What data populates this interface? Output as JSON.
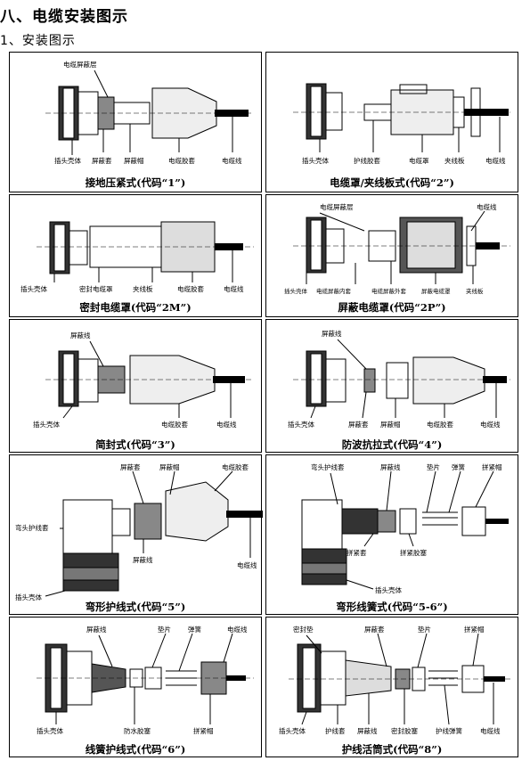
{
  "heading": "八、电缆安装图示",
  "subheading": "1、安装图示",
  "panels": [
    {
      "caption": "接地压紧式(代码“1”)",
      "labels": [
        "电缆屏蔽层",
        "插头壳体",
        "屏蔽套",
        "屏蔽帽",
        "电缆胶套",
        "电缆线"
      ]
    },
    {
      "caption": "电缆罩/夹线板式(代码“2”)",
      "labels": [
        "插头壳体",
        "护线胶套",
        "电缆罩",
        "夹线板",
        "电缆线"
      ]
    },
    {
      "caption": "密封电缆罩(代码“2M”)",
      "labels": [
        "插头壳体",
        "密封电缆罩",
        "夹线板",
        "电缆胶套",
        "电缆线"
      ]
    },
    {
      "caption": "屏蔽电缆罩(代码“2P”)",
      "labels": [
        "电缆屏蔽层",
        "电缆线",
        "插头壳体",
        "电缆屏蔽内套",
        "电缆屏蔽外套",
        "屏蔽电缆罩",
        "夹线板"
      ]
    },
    {
      "caption": "简封式(代码“3”)",
      "labels": [
        "屏蔽线",
        "插头壳体",
        "电缆胶套",
        "电缆线"
      ]
    },
    {
      "caption": "防波抗拉式(代码“4”)",
      "labels": [
        "屏蔽线",
        "插头壳体",
        "屏蔽套",
        "屏蔽帽",
        "电缆胶套",
        "电缆线"
      ]
    },
    {
      "caption": "弯形护线式(代码“5”)",
      "labels": [
        "屏蔽套",
        "屏蔽帽",
        "电缆胶套",
        "弯头护线套",
        "屏蔽线",
        "插头壳体",
        "电缆线"
      ]
    },
    {
      "caption": "弯形线簧式(代码“5-6”)",
      "labels": [
        "弯头护线套",
        "屏蔽线",
        "垫片",
        "弹簧",
        "拼紧帽",
        "拼紧套",
        "拼紧胶塞",
        "插头壳体"
      ]
    },
    {
      "caption": "线簧护线式(代码“6”)",
      "labels": [
        "屏蔽线",
        "垫片",
        "弹簧",
        "电缆线",
        "插头壳体",
        "防水胶塞",
        "拼紧帽"
      ]
    },
    {
      "caption": "护线活筒式(代码“8”)",
      "labels": [
        "密封垫",
        "屏蔽套",
        "垫片",
        "拼紧帽",
        "插头壳体",
        "护线套",
        "屏蔽线",
        "密封胶塞",
        "护线弹簧",
        "电缆线"
      ]
    }
  ]
}
